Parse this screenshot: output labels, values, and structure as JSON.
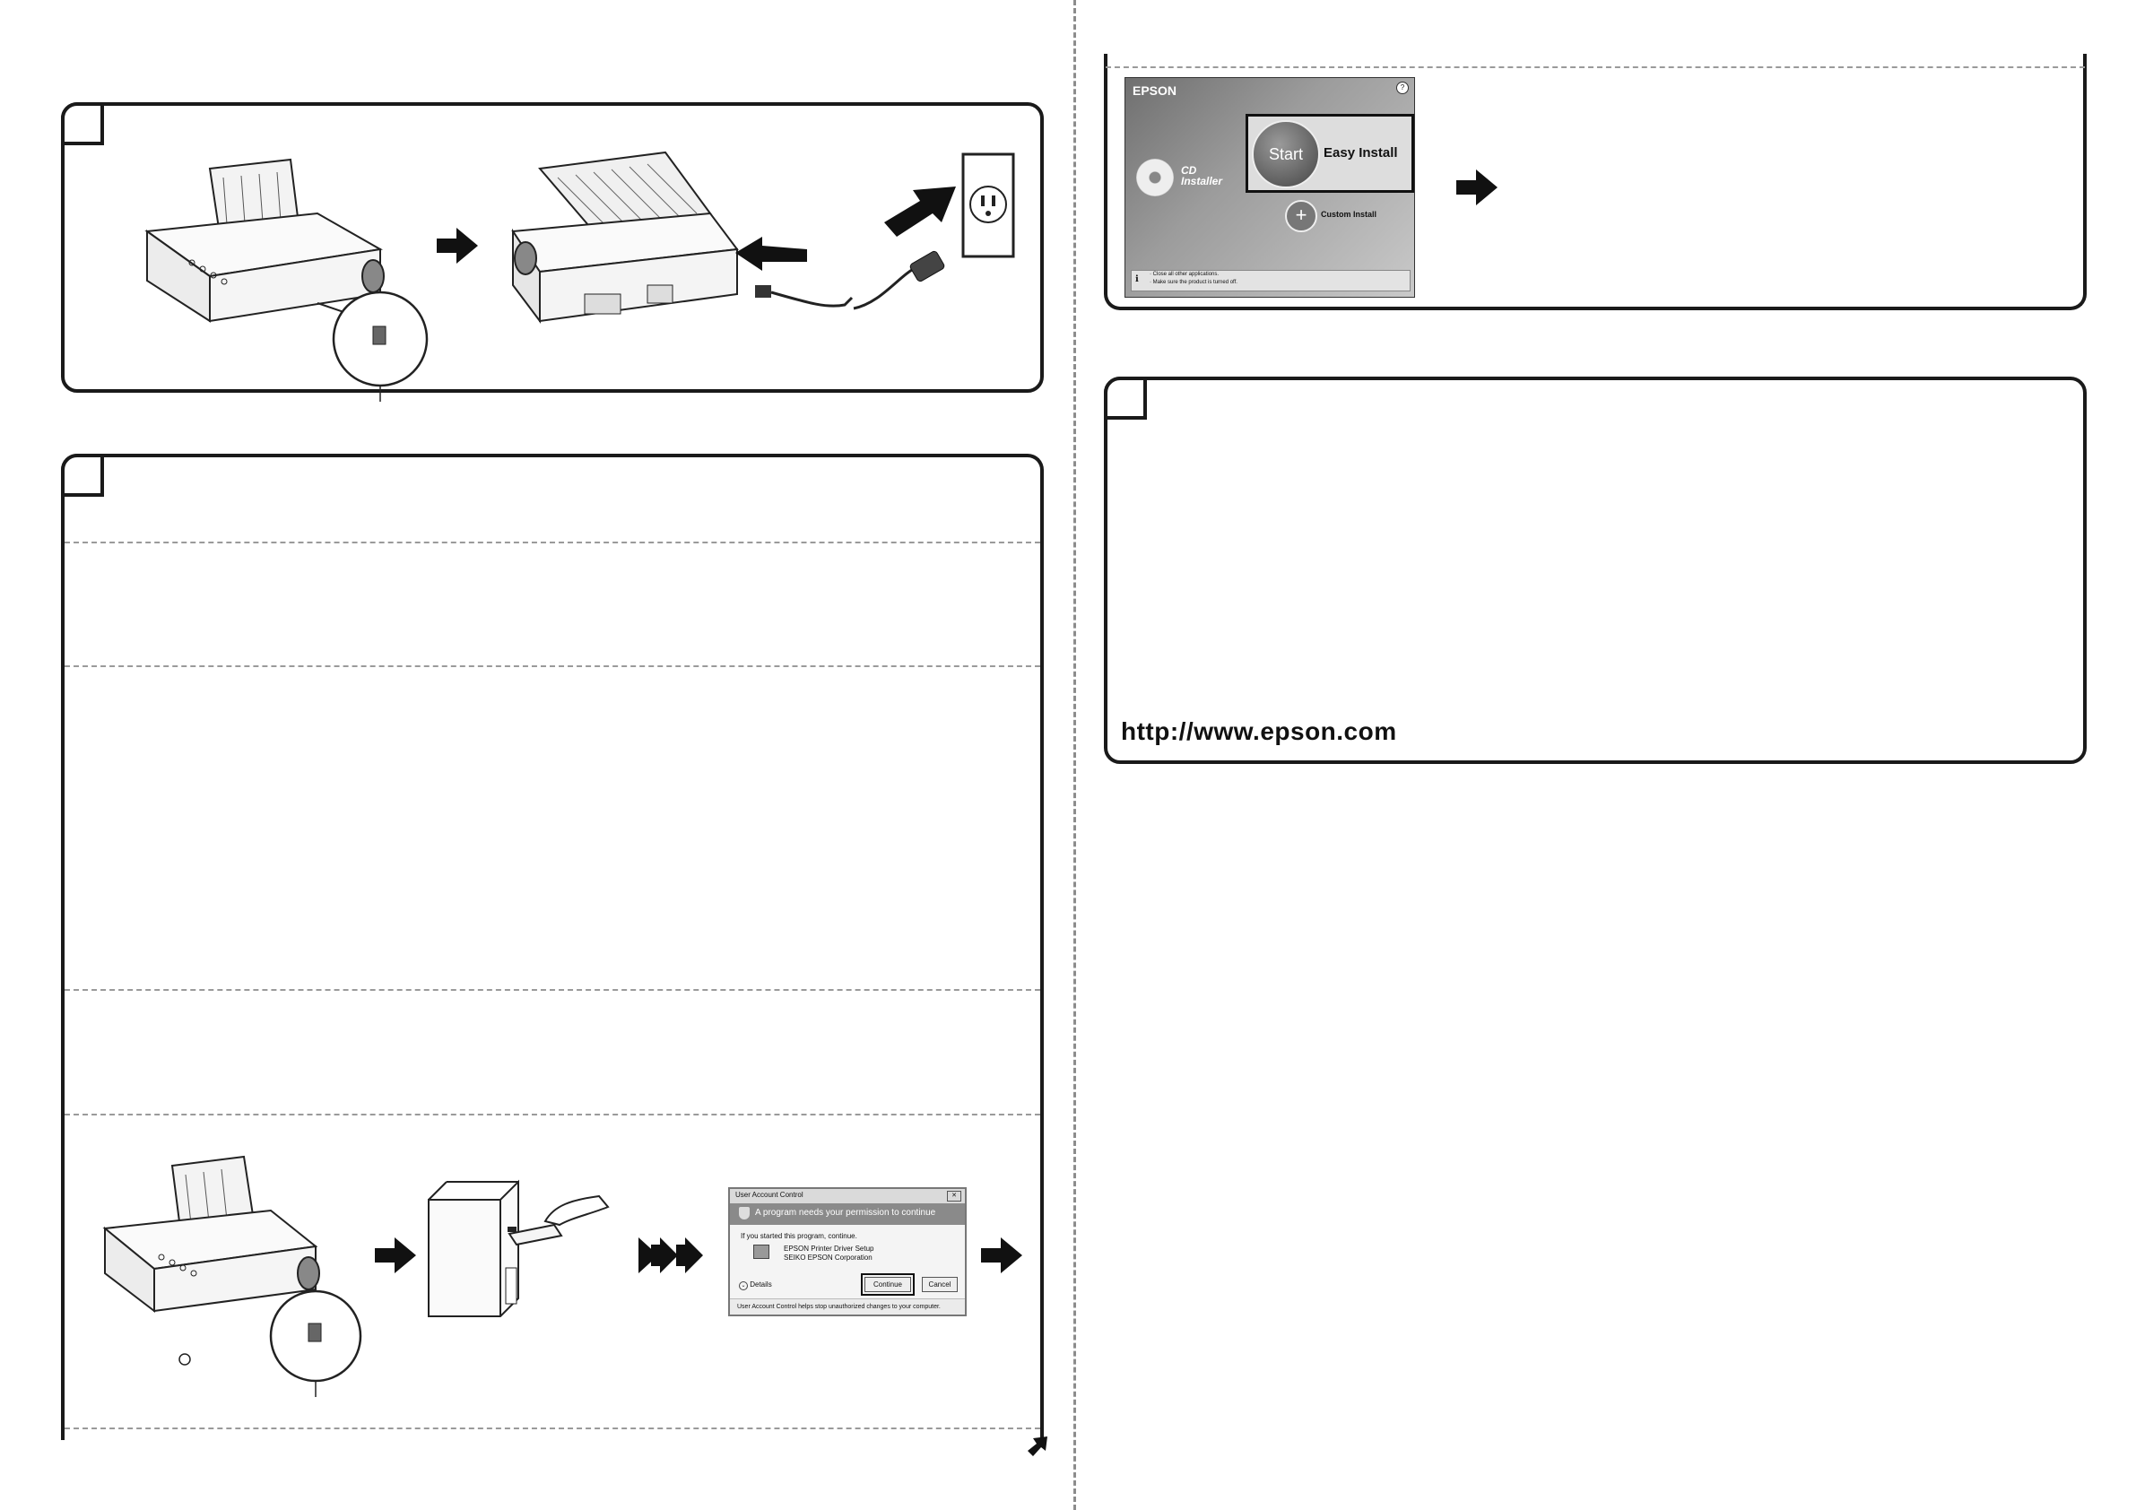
{
  "cd_installer": {
    "brand": "EPSON",
    "cd_line1": "CD",
    "cd_line2": "Installer",
    "start_label": "Start",
    "easy_install_label": "Easy Install",
    "custom_install_label": "Custom Install",
    "note_line1": "· Close all other applications.",
    "note_line2": "· Make sure the product is turned off."
  },
  "uac_dialog": {
    "title": "User Account Control",
    "banner": "A program needs your permission to continue",
    "started_text": "If you started this program, continue.",
    "program_name": "EPSON Printer Driver Setup",
    "publisher": "SEIKO EPSON Corporation",
    "details_label": "Details",
    "continue_label": "Continue",
    "cancel_label": "Cancel",
    "footer": "User Account Control helps stop unauthorized changes to your computer."
  },
  "support": {
    "url": "http://www.epson.com"
  }
}
